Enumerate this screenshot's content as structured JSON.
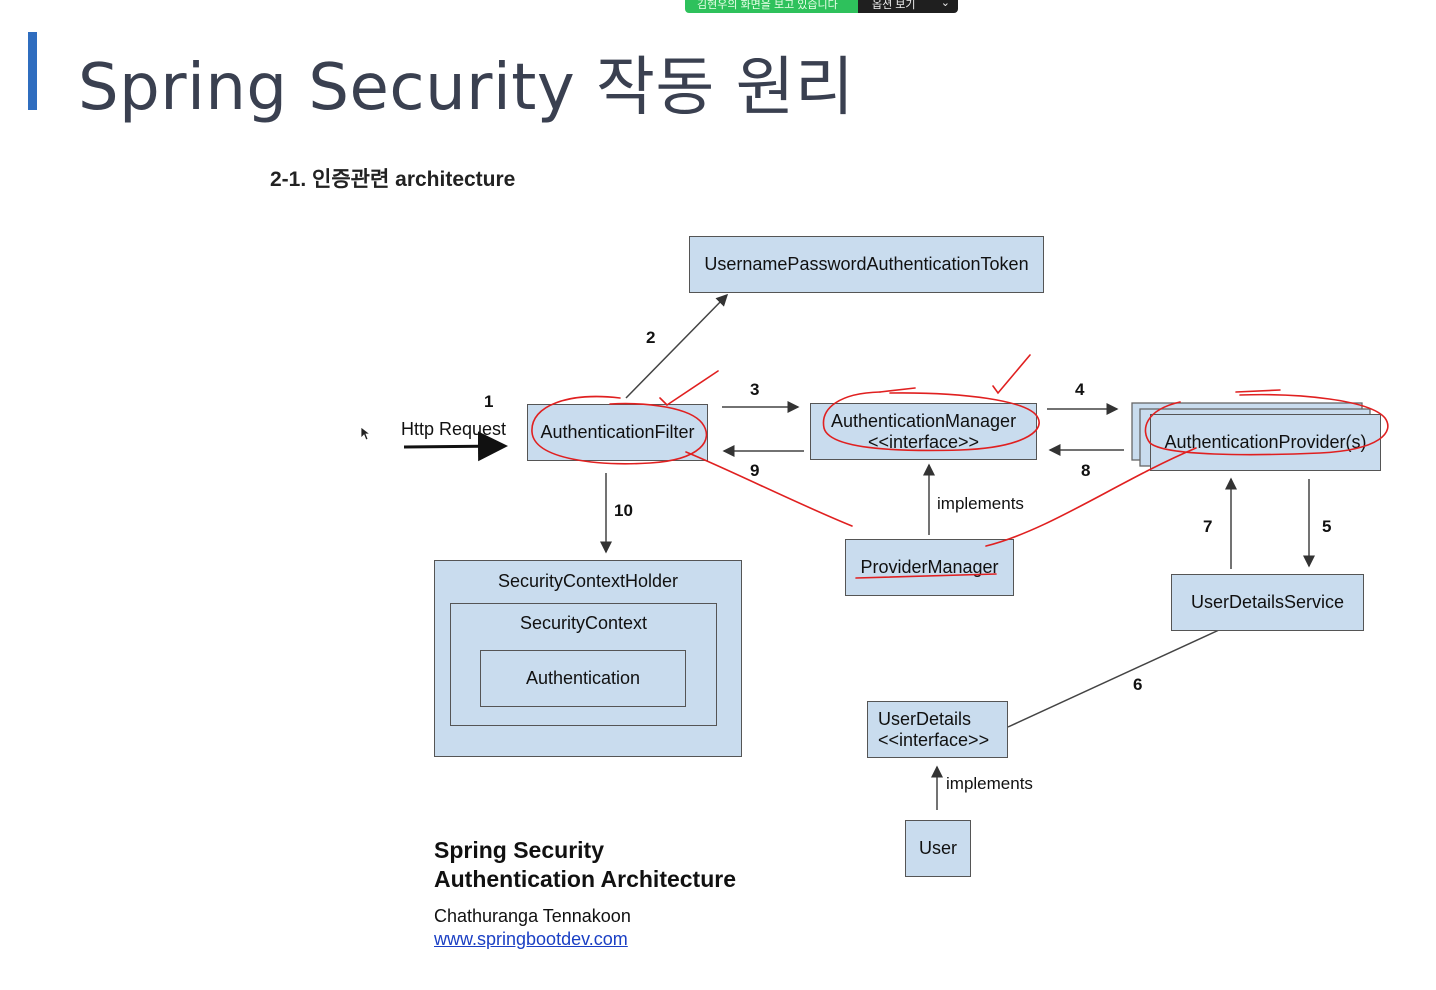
{
  "banner": {
    "sharing_text": "김현우의 화면을 보고 있습니다",
    "view_options": "옵션 보기"
  },
  "title": "Spring Security 작동 원리",
  "subtitle": "2-1. 인증관련 architecture",
  "diagram": {
    "boxes": {
      "token": "UsernamePasswordAuthenticationToken",
      "filter": "AuthenticationFilter",
      "manager_line1": "AuthenticationManager",
      "manager_line2": "<<interface>>",
      "provider": "AuthenticationProvider(s)",
      "provider_manager": "ProviderManager",
      "user_details_service": "UserDetailsService",
      "context_holder": "SecurityContextHolder",
      "context": "SecurityContext",
      "authentication": "Authentication",
      "user_details_line1": "UserDetails",
      "user_details_line2": "<<interface>>",
      "user": "User"
    },
    "labels": {
      "http_request": "Http Request",
      "implements_pm": "implements",
      "implements_user": "implements"
    },
    "steps": [
      "1",
      "2",
      "3",
      "4",
      "5",
      "6",
      "7",
      "8",
      "9",
      "10"
    ],
    "annotation_color": "#e02020"
  },
  "caption": {
    "title_line1": "Spring Security",
    "title_line2": "Authentication Architecture",
    "author": "Chathuranga Tennakoon",
    "link": "www.springbootdev.com"
  }
}
